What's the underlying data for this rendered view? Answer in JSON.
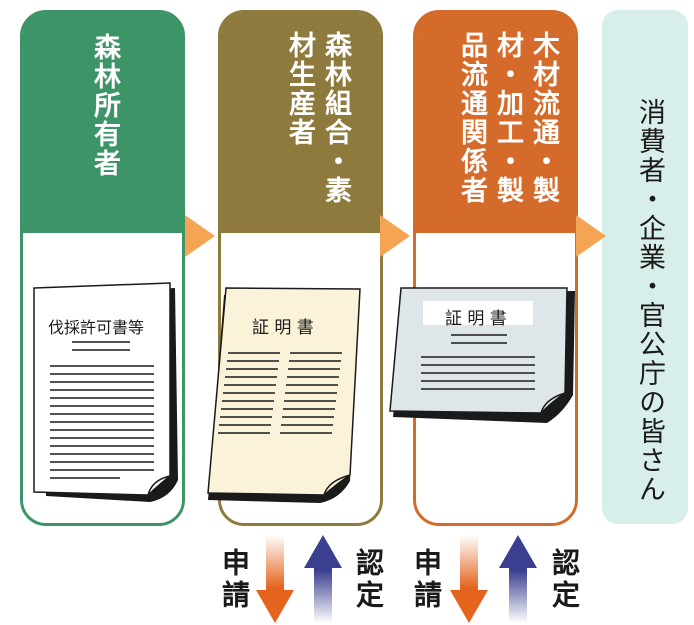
{
  "columns": [
    {
      "label": "森林所有者",
      "document": "伐採許可書等"
    },
    {
      "label": "森林組合・素材生産者",
      "document": "証 明 書"
    },
    {
      "label": "木材流通・製材・加工・製品流通関係者",
      "document": "証 明 書"
    }
  ],
  "consumer": {
    "label": "消費者・企業・官公庁の皆さん"
  },
  "exchanges": [
    {
      "apply": "申請",
      "certify": "認定"
    },
    {
      "apply": "申請",
      "certify": "認定"
    }
  ],
  "colors": {
    "col1": "#3d9467",
    "col2": "#8e7a3c",
    "col3": "#d56b2b",
    "consumer_bg": "#d8eeea",
    "arrow_orange": "#f5a454",
    "apply_arrow": "#e4641e",
    "certify_arrow": "#3a3f8f"
  }
}
